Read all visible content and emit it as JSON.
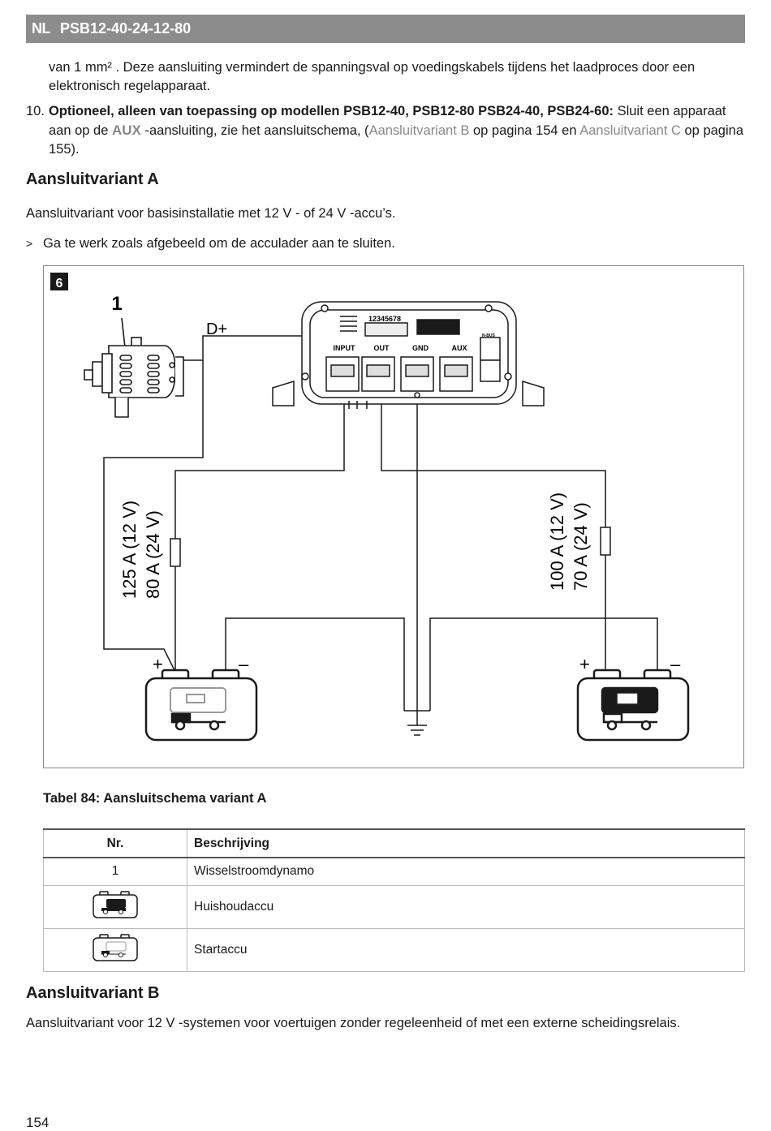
{
  "header": {
    "lang": "NL",
    "model": "PSB12-40-24-12-80"
  },
  "para1": {
    "text": "van  1 mm² . Deze aansluiting vermindert de spanningsval op voedingskabels tijdens het laadproces door een elektronisch regelapparaat."
  },
  "step10": {
    "num": "10.",
    "bold": "Optioneel, alleen van toepassing op modellen PSB12-40, PSB12-80 PSB24-40, PSB24-60:",
    "t1": " Sluit een apparaat aan op de ",
    "aux": "AUX",
    "t2": " -aansluiting, zie het aansluitschema, (",
    "link1": "Aansluitvariant B",
    "t3": " op pagina 154 en ",
    "link2": "Aansluitvariant C",
    "t4": " op pagina 155)."
  },
  "sectionA": {
    "title": "Aansluitvariant A",
    "desc": "Aansluitvariant voor basisinstallatie met  12 V - of  24 V -accu’s.",
    "bullet_marker": ">",
    "bullet": "Ga te werk zoals afgebeeld om de acculader aan te sluiten."
  },
  "figure": {
    "number": "6",
    "item_label": "1",
    "dplus": "D+",
    "dip_label": "12345678",
    "nbus": "N-BUS",
    "terminals": [
      "INPUT",
      "OUT",
      "GND",
      "AUX"
    ],
    "fuse_left": [
      "125 A  (12 V)",
      "80 A  (24 V)"
    ],
    "fuse_right": [
      "100 A  (12 V)",
      "70 A  (24 V)"
    ],
    "plus": "+",
    "minus": "–"
  },
  "table": {
    "caption": "Tabel 84: Aansluitschema variant A",
    "headers": [
      "Nr.",
      "Beschrijving"
    ],
    "rows": [
      {
        "nr": "1",
        "desc": "Wisselstroomdynamo"
      },
      {
        "nr_icon": "house-battery-icon",
        "desc": "Huishoudaccu"
      },
      {
        "nr_icon": "starter-battery-icon",
        "desc": "Startaccu"
      }
    ]
  },
  "sectionB": {
    "title": "Aansluitvariant B",
    "desc": "Aansluitvariant voor  12 V -systemen voor voertuigen zonder regeleenheid of met een externe scheidingsrelais."
  },
  "page_number": "154"
}
